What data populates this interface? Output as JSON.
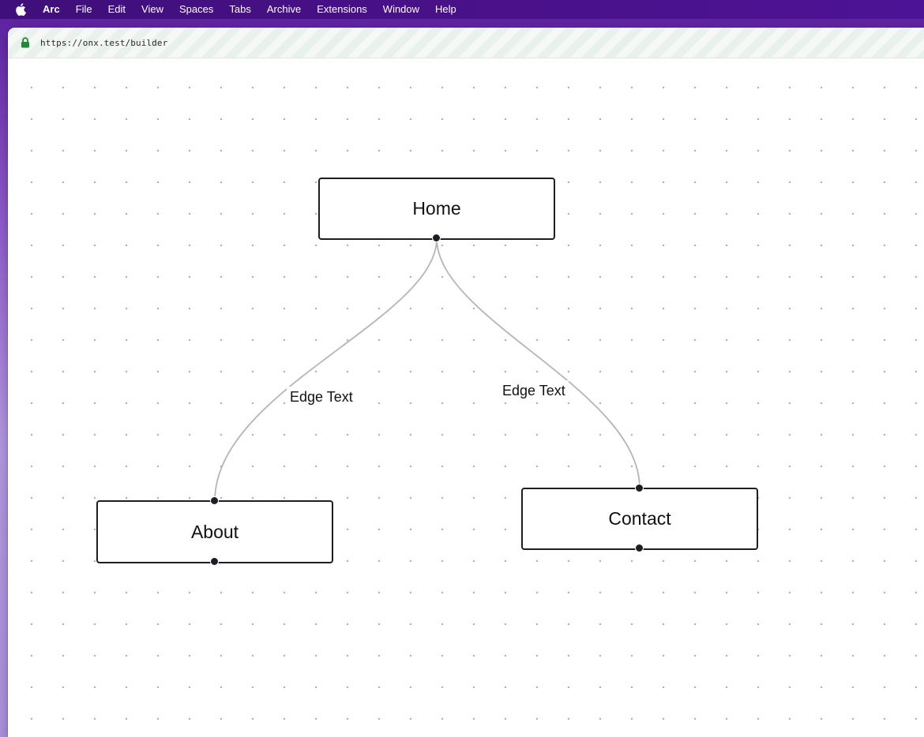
{
  "menubar": {
    "app_name": "Arc",
    "items": [
      "File",
      "Edit",
      "View",
      "Spaces",
      "Tabs",
      "Archive",
      "Extensions",
      "Window",
      "Help"
    ]
  },
  "browser": {
    "url": "https://onx.test/builder",
    "secure_icon": "lock-icon",
    "secure_color": "#1f8a3c"
  },
  "flow": {
    "nodes": {
      "home": {
        "label": "Home"
      },
      "about": {
        "label": "About"
      },
      "contact": {
        "label": "Contact"
      }
    },
    "edges": {
      "home_about": {
        "label": "Edge Text"
      },
      "home_contact": {
        "label": "Edge Text"
      }
    },
    "colors": {
      "node_border": "#1d1d26",
      "edge_stroke": "#b5b5b5",
      "canvas_dots": "#b4b4b4"
    }
  }
}
